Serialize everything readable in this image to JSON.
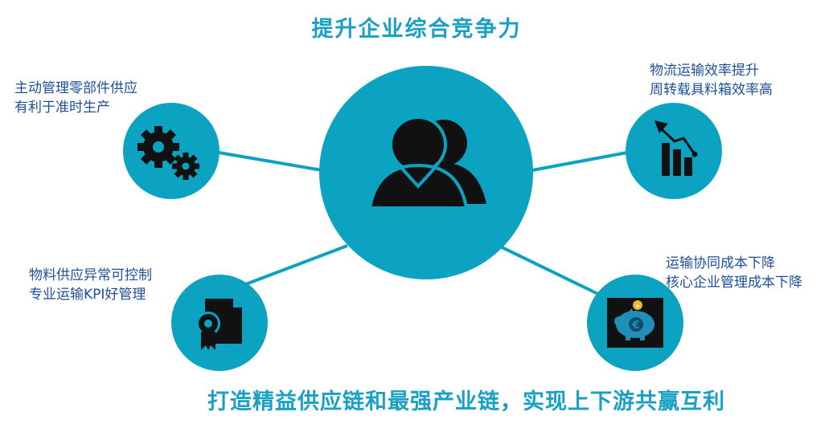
{
  "title": "提升企业综合竞争力",
  "bottom_text": "打造精益供应链和最强产业链，实现上下游共赢互利",
  "colors": {
    "accent": "#0ba3c1",
    "title": "#1aa0c4",
    "label": "#1d4f9a",
    "icon": "#111111"
  },
  "center": {
    "icon": "users-icon"
  },
  "nodes": {
    "top_left": {
      "icon": "gears-icon",
      "lines": [
        "主动管理零部件供应",
        "有利于准时生产"
      ]
    },
    "bottom_left": {
      "icon": "certificate-icon",
      "lines": [
        "物料供应异常可控制",
        "专业运输KPI好管理"
      ]
    },
    "top_right": {
      "icon": "bar-chart-down-icon",
      "lines": [
        "物流运输效率提升",
        "周转载具料箱效率高"
      ]
    },
    "bottom_right": {
      "icon": "piggy-bank-euro-icon",
      "lines": [
        "运输协同成本下降",
        "核心企业管理成本下降"
      ]
    }
  }
}
